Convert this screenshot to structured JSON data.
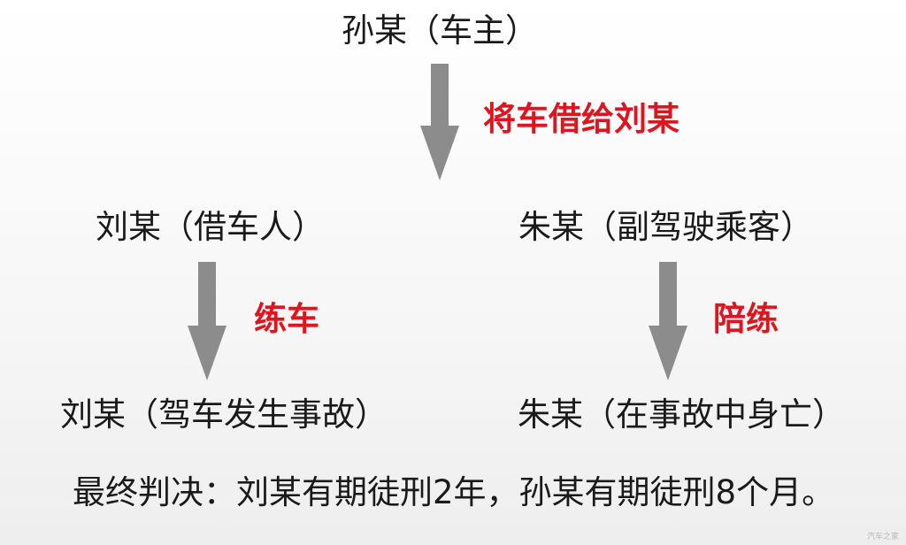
{
  "diagram": {
    "nodes": {
      "owner": "孙某（车主）",
      "borrower": "刘某（借车人）",
      "passenger": "朱某（副驾驶乘客）",
      "borrower_outcome": "刘某（驾车发生事故）",
      "passenger_outcome": "朱某（在事故中身亡）"
    },
    "edges": {
      "lend": "将车借给刘某",
      "practice": "练车",
      "accompany": "陪练"
    },
    "verdict": "最终判决：刘某有期徒刑2年，孙某有期徒刑8个月。",
    "watermark": "汽车之家",
    "colors": {
      "node_text": "#1a1a1a",
      "edge_label": "#e0141e",
      "arrow": "#8c8c8c"
    }
  }
}
